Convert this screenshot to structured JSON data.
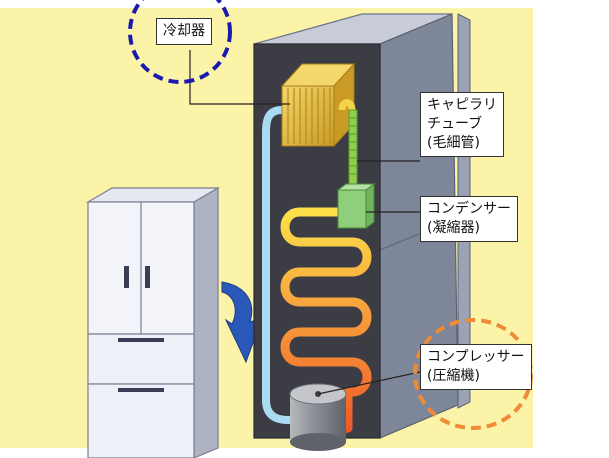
{
  "colors": {
    "background_yellow": "#fbf3a8",
    "cabinet_dark": "#3c3d44",
    "cabinet_side": "#7d8799",
    "cabinet_top": "#c8ccd8",
    "refrigerant_cold": "#a9dcf3",
    "refrigerant_hot": "#f05a28",
    "refrigerant_warm": "#fde04a",
    "evaporator_gold": "#e9c34a",
    "condenser_green": "#8fcf7c",
    "compressor_gray": "#8b8e95",
    "highlight_blue": "#1a1ab0",
    "highlight_orange": "#f08a34",
    "arrow_blue": "#2a58b8"
  },
  "labels": {
    "evaporator": "冷却器",
    "capillary": [
      "キャピラリ",
      "チューブ",
      "(毛細管)"
    ],
    "condenser": [
      "コンデンサー",
      "(凝縮器)"
    ],
    "compressor": [
      "コンプレッサー",
      "(圧縮機)"
    ]
  },
  "icons": {
    "direction_arrow": "curved-arrow-icon",
    "fridge_thumbnail": "refrigerator-icon"
  }
}
